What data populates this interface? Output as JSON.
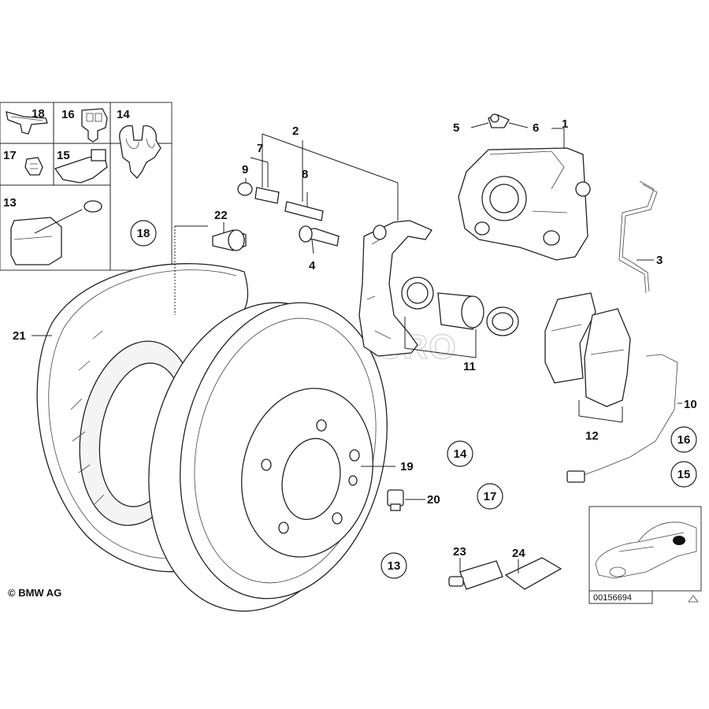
{
  "part_labels": [
    "1",
    "2",
    "3",
    "4",
    "5",
    "6",
    "7",
    "8",
    "9",
    "10",
    "11",
    "12",
    "19",
    "20",
    "21",
    "22",
    "23",
    "24"
  ],
  "inset_labels": [
    "18",
    "16",
    "14",
    "17",
    "15",
    "13"
  ],
  "circled_refs": [
    "18",
    "14",
    "17",
    "13",
    "16",
    "15"
  ],
  "copyright": "© BMW AG",
  "diagram_code": "00156694",
  "watermark": "FCP EURO"
}
